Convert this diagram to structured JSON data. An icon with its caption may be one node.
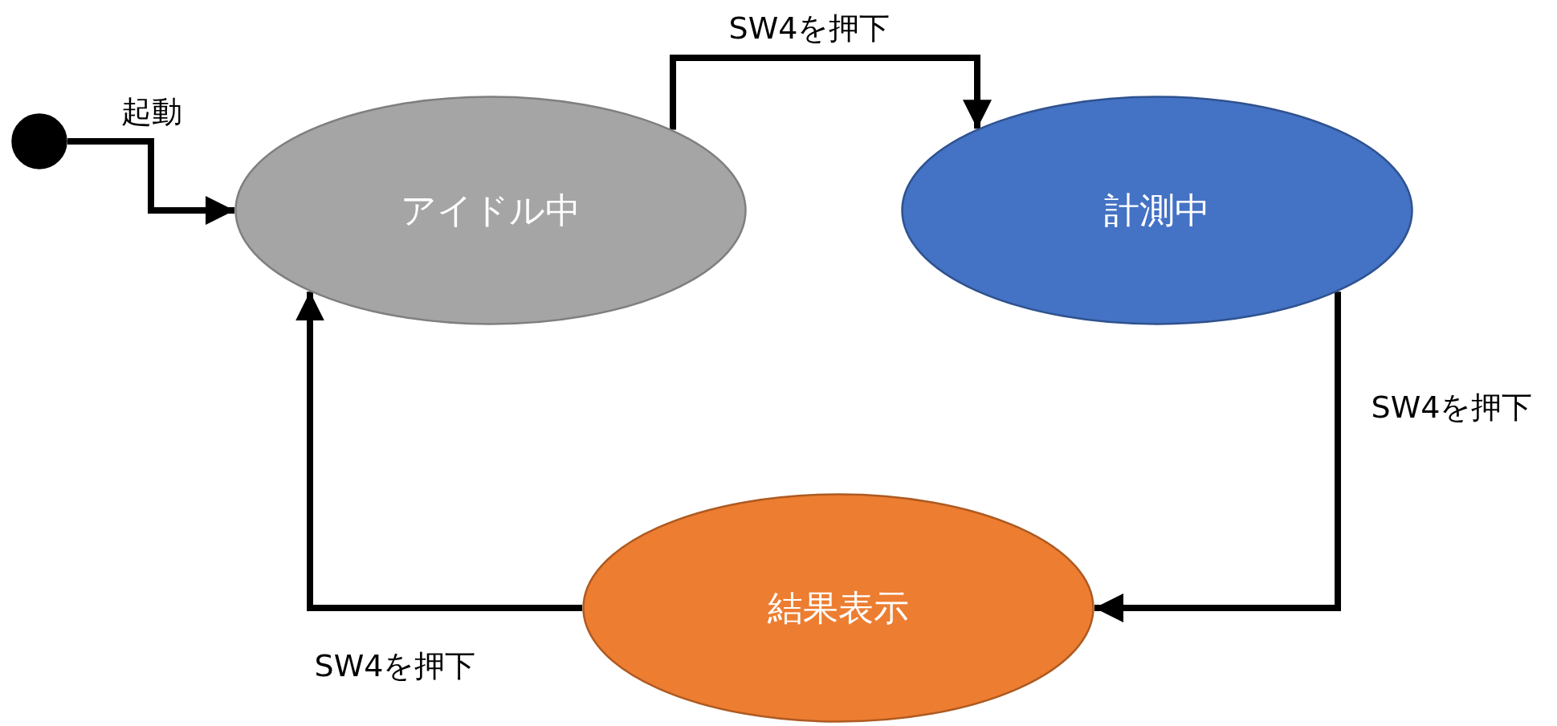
{
  "diagram": {
    "nodes": [
      {
        "text": [],
        "shape": "circle"
      },
      {
        "text": [
          "アイドル中"
        ]
      },
      {
        "text": [
          "計測中"
        ]
      },
      {
        "text": [
          "結果表示"
        ]
      }
    ],
    "edges": [
      {
        "from": 0,
        "to": 1,
        "arrow": "to",
        "label": "起動"
      },
      {
        "from": 1,
        "to": 2,
        "arrow": "to",
        "label": "SW4を押下"
      },
      {
        "from": 2,
        "to": 3,
        "arrow": "to",
        "label": "SW4を押下"
      },
      {
        "from": 3,
        "to": 1,
        "arrow": "to",
        "label": "SW4を押下"
      }
    ]
  }
}
